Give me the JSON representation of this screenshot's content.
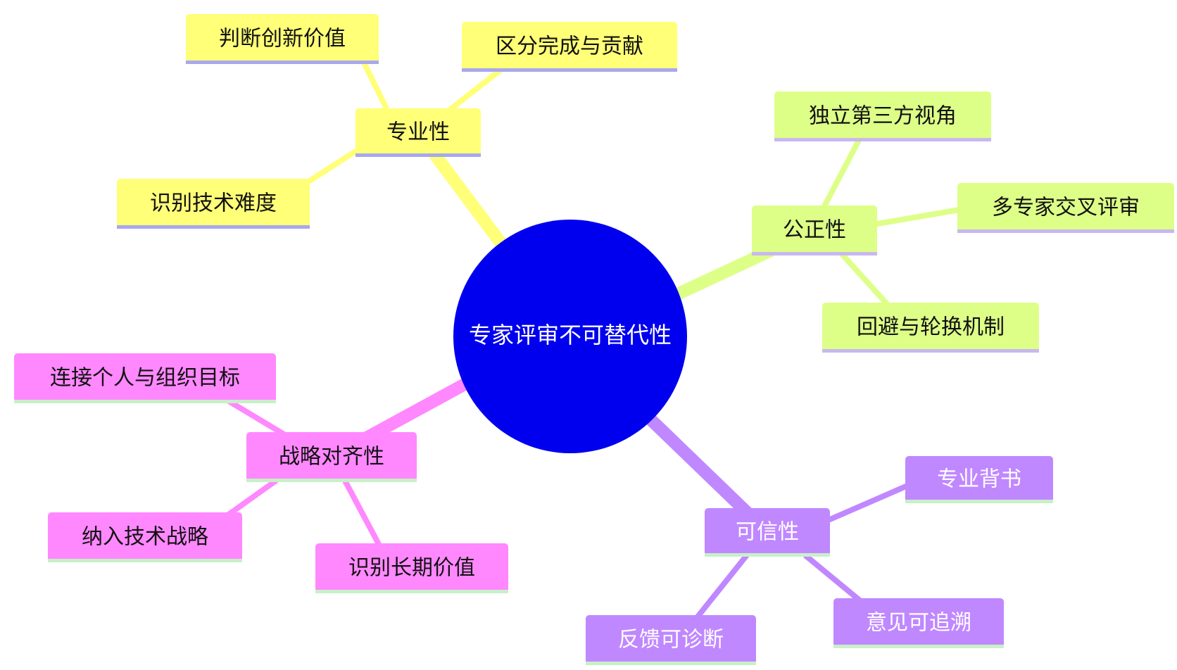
{
  "root": {
    "label": "专家评审不可替代性",
    "color": "#0000ee"
  },
  "branches": [
    {
      "key": "professional",
      "label": "专业性",
      "color": "#ffff78",
      "line_color": "#ffff78",
      "text_color": "#111111",
      "underline_color": "#a8a8ee",
      "children": [
        "判断创新价值",
        "区分完成与贡献",
        "识别技术难度"
      ]
    },
    {
      "key": "fairness",
      "label": "公正性",
      "color": "#ddff88",
      "line_color": "#ddff88",
      "text_color": "#111111",
      "underline_color": "#c8b8f0",
      "children": [
        "独立第三方视角",
        "多专家交叉评审",
        "回避与轮换机制"
      ]
    },
    {
      "key": "strategy",
      "label": "战略对齐性",
      "color": "#ff88ff",
      "line_color": "#ff88ff",
      "text_color": "#111111",
      "underline_color": "#c8f0c8",
      "children": [
        "连接个人与组织目标",
        "纳入技术战略",
        "识别长期价值"
      ]
    },
    {
      "key": "credibility",
      "label": "可信性",
      "color": "#c088ff",
      "line_color": "#c088ff",
      "text_color": "#ffffff",
      "underline_color": "#c8f0c8",
      "children": [
        "专业背书",
        "意见可追溯",
        "反馈可诊断"
      ]
    }
  ]
}
